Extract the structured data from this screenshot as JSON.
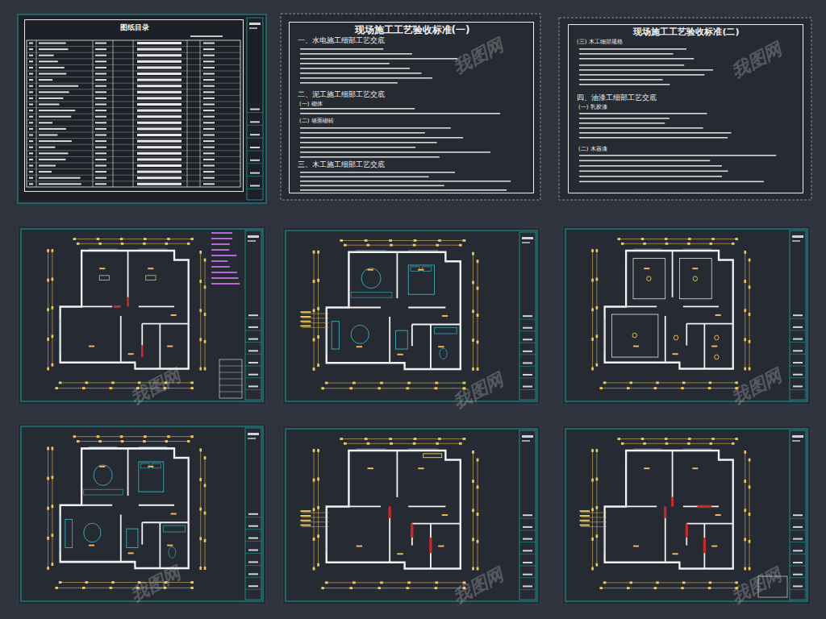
{
  "diagram": {
    "nodes": [
      {
        "text": [
          "图纸目录"
        ]
      },
      {
        "text": [
          "现场施工工艺验收标准(一)",
          "一、水电施工细部工艺交底",
          "二、泥工施工细部工艺交底",
          "(一) 砌体",
          "(二) 墙面砌砖",
          "三、木工施工细部工艺交底"
        ]
      },
      {
        "text": [
          "现场施工工艺验收标准(二)",
          "(三) 木工细部规格",
          "四、油漆工细部工艺交底",
          "(一) 乳胶漆",
          "(二) 木器漆"
        ]
      }
    ],
    "labels": [
      "我图网",
      "我图网",
      "我图网",
      "我图网",
      "我图网",
      "我图网",
      "我图网",
      "我图网"
    ]
  }
}
